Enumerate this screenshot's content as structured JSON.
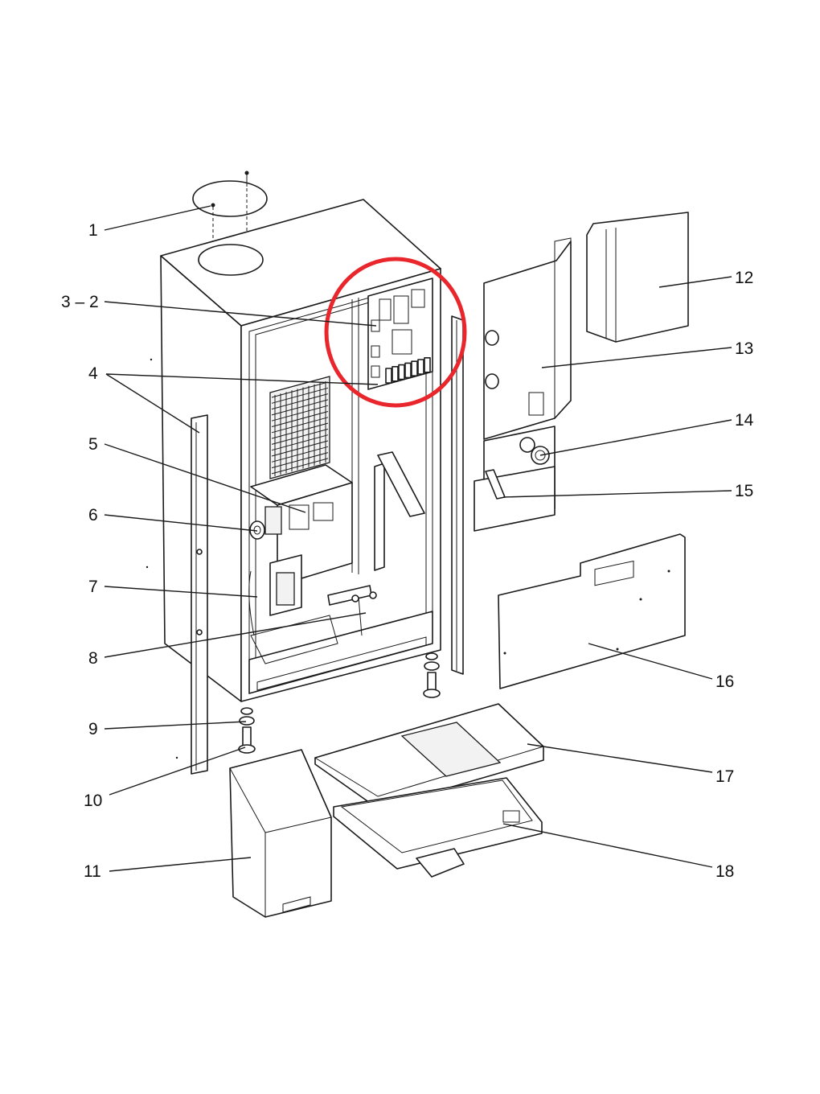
{
  "labels": {
    "l1": "1",
    "l2": "3 – 2",
    "l4": "4",
    "l5": "5",
    "l6": "6",
    "l7": "7",
    "l8": "8",
    "l9": "9",
    "l10": "10",
    "l11": "11",
    "l12": "12",
    "l13": "13",
    "l14": "14",
    "l15": "15",
    "l16": "16",
    "l17": "17",
    "l18": "18"
  },
  "colors": {
    "highlight": "#e8262c",
    "line": "#1a1a1a",
    "background": "#ffffff"
  }
}
